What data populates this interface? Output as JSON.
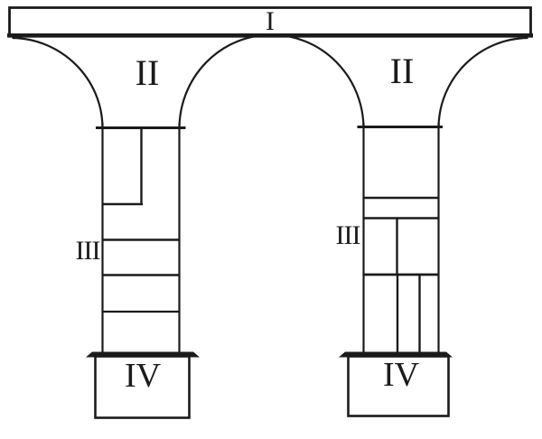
{
  "figure": {
    "background_color": "#ffffff",
    "line_color": "#1b1b1b",
    "labels": {
      "deck": "I",
      "left_arch": "II",
      "right_arch": "II",
      "left_column": "III",
      "right_column": "III",
      "left_base": "IV",
      "right_base": "IV"
    }
  }
}
